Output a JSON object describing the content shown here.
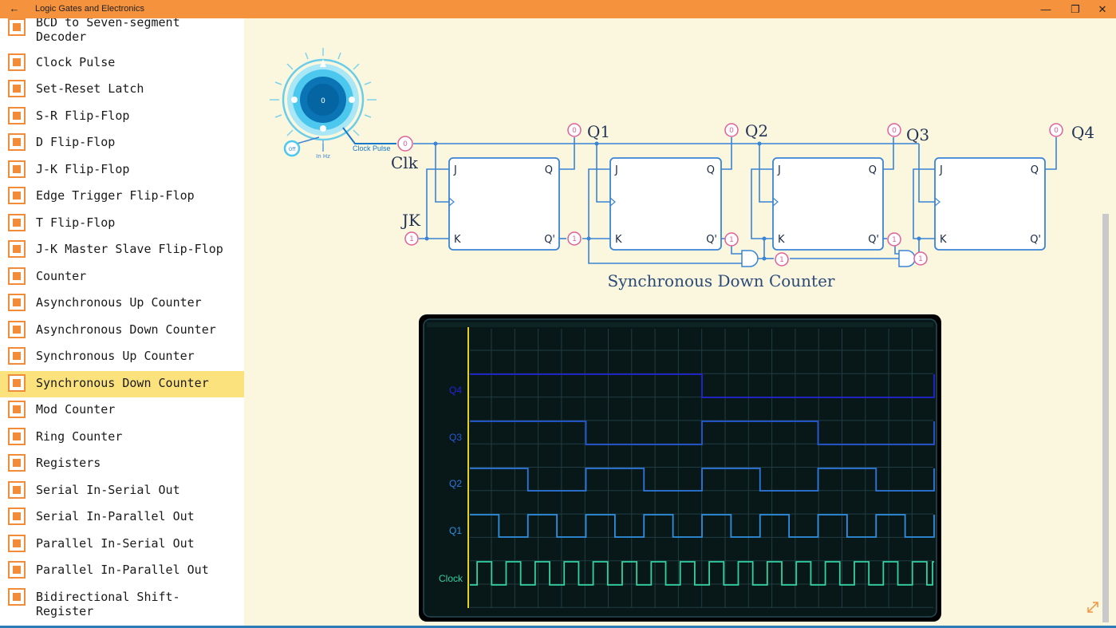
{
  "titlebar": {
    "back_glyph": "←",
    "title": "Logic Gates and Electronics",
    "minimize_glyph": "—",
    "restore_glyph": "❐",
    "close_glyph": "✕"
  },
  "sidebar": {
    "items": [
      {
        "label": "BCD to Seven-segment\nDecoder",
        "selected": false
      },
      {
        "label": "Clock Pulse",
        "selected": false
      },
      {
        "label": "Set-Reset Latch",
        "selected": false
      },
      {
        "label": "S-R Flip-Flop",
        "selected": false
      },
      {
        "label": "D Flip-Flop",
        "selected": false
      },
      {
        "label": "J-K Flip-Flop",
        "selected": false
      },
      {
        "label": "Edge Trigger Flip-Flop",
        "selected": false
      },
      {
        "label": "T Flip-Flop",
        "selected": false
      },
      {
        "label": "J-K Master Slave Flip-Flop",
        "selected": false
      },
      {
        "label": "Counter",
        "selected": false
      },
      {
        "label": "Asynchronous Up Counter",
        "selected": false
      },
      {
        "label": "Asynchronous Down Counter",
        "selected": false
      },
      {
        "label": "Synchronous Up Counter",
        "selected": false
      },
      {
        "label": "Synchronous Down Counter",
        "selected": true
      },
      {
        "label": "Mod Counter",
        "selected": false
      },
      {
        "label": "Ring Counter",
        "selected": false
      },
      {
        "label": "Registers",
        "selected": false
      },
      {
        "label": "Serial In-Serial Out",
        "selected": false
      },
      {
        "label": "Serial In-Parallel Out",
        "selected": false
      },
      {
        "label": "Parallel In-Serial Out",
        "selected": false
      },
      {
        "label": "Parallel In-Parallel Out",
        "selected": false
      },
      {
        "label": "Bidirectional Shift-\nRegister",
        "selected": false
      }
    ]
  },
  "knob": {
    "value": "0",
    "unit": "In Hz",
    "off_label": "Off",
    "pulse_label": "Clock Pulse"
  },
  "circuit": {
    "title": "Synchronous Down Counter",
    "clk_label": "Clk",
    "jk_label": "JK",
    "clk_value": "0",
    "jk_value": "1",
    "ff_pins": {
      "j": "J",
      "k": "K",
      "q": "Q",
      "qbar": "Q'"
    },
    "outputs": [
      {
        "name": "Q1",
        "value": "0"
      },
      {
        "name": "Q2",
        "value": "0"
      },
      {
        "name": "Q3",
        "value": "0"
      },
      {
        "name": "Q4",
        "value": "0"
      }
    ],
    "qbar_values": [
      "1",
      "1",
      "1"
    ],
    "and_values": [
      "1",
      "1"
    ]
  },
  "timing": {
    "rows": [
      {
        "name": "Q4",
        "levels": [
          1,
          1,
          1,
          1,
          1,
          1,
          1,
          1,
          0,
          0,
          0,
          0,
          0,
          0,
          0,
          0
        ]
      },
      {
        "name": "Q3",
        "levels": [
          1,
          1,
          1,
          1,
          0,
          0,
          0,
          0,
          1,
          1,
          1,
          1,
          0,
          0,
          0,
          0
        ]
      },
      {
        "name": "Q2",
        "levels": [
          1,
          1,
          0,
          0,
          1,
          1,
          0,
          0,
          1,
          1,
          0,
          0,
          1,
          1,
          0,
          0
        ]
      },
      {
        "name": "Q1",
        "levels": [
          1,
          0,
          1,
          0,
          1,
          0,
          1,
          0,
          1,
          0,
          1,
          0,
          1,
          0,
          1,
          0
        ]
      },
      {
        "name": "Clock",
        "levels": []
      }
    ]
  },
  "colors": {
    "accent": "#F5923E",
    "selected": "#FBE27D",
    "wire": "#3A84D6",
    "ff_border": "#3A84D6",
    "probe": "#E0609A",
    "q4": "#2323D6",
    "q3": "#2658D8",
    "q2": "#2C78DF",
    "q1": "#2F8FE0",
    "clock": "#33D1A0",
    "scope_bg": "#061414",
    "scope_grid": "#1f3d42",
    "scope_axis": "#E6D21C"
  },
  "icons": {
    "resize": "expand-icon"
  }
}
